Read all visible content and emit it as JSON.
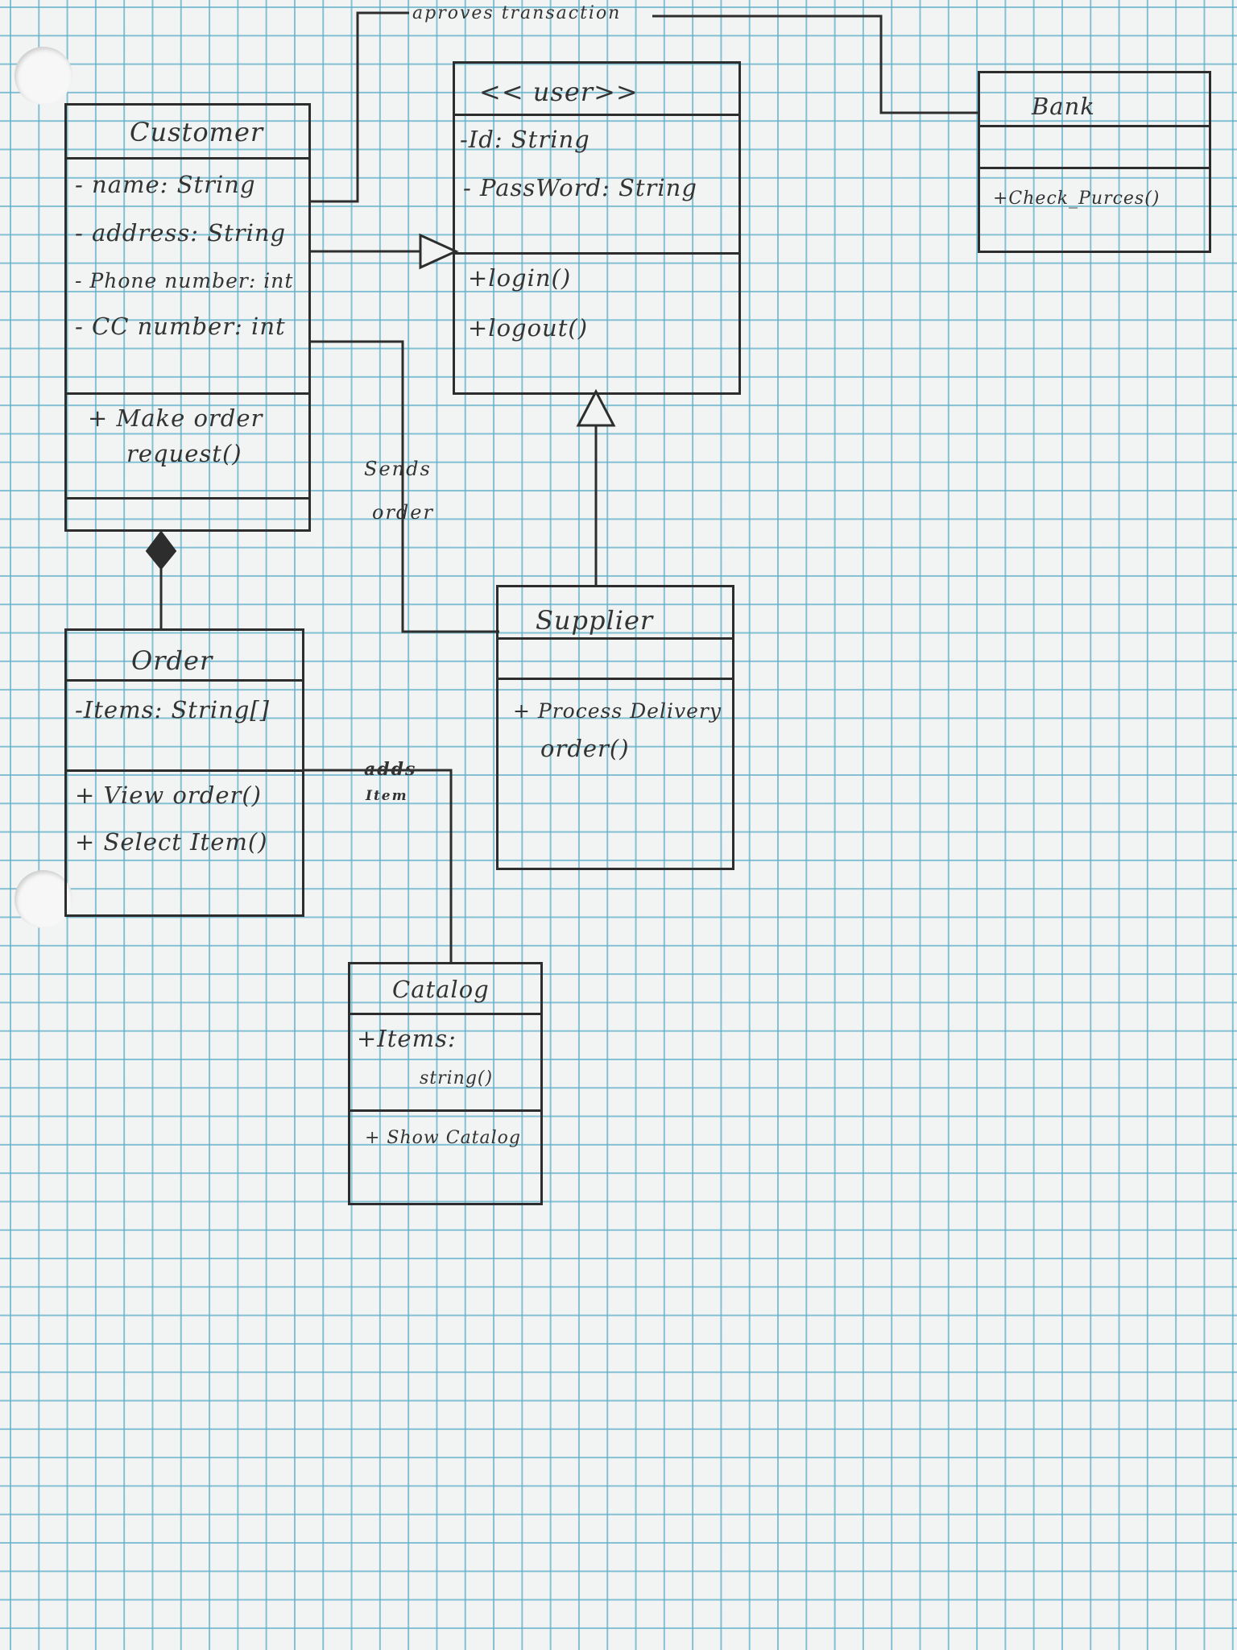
{
  "classes": {
    "user": {
      "name": "<< user>>",
      "attributes": [
        "-Id: String",
        "- PassWord: String"
      ],
      "methods": [
        "+login()",
        "+logout()"
      ]
    },
    "customer": {
      "name": "Customer",
      "attributes": [
        "- name: String",
        "- address: String",
        "- Phone number: int",
        "- CC number: int"
      ],
      "methods": [
        "+ Make order",
        "request()"
      ]
    },
    "bank": {
      "name": "Bank",
      "methods": [
        "+Check_Purces()"
      ]
    },
    "order": {
      "name": "Order",
      "attributes": [
        "-Items: String[]"
      ],
      "methods": [
        "+ View order()",
        "+ Select Item()"
      ]
    },
    "supplier": {
      "name": "Supplier",
      "methods": [
        "+ Process Delivery",
        "order()"
      ]
    },
    "catalog": {
      "name": "Catalog",
      "attributes": [
        "+Items:",
        "string()"
      ],
      "methods": [
        "+ Show Catalog"
      ]
    }
  },
  "relations": {
    "approves": "aproves transaction",
    "sends_order": [
      "Sends",
      "order"
    ],
    "adds_item": [
      "adds",
      "Item"
    ]
  }
}
